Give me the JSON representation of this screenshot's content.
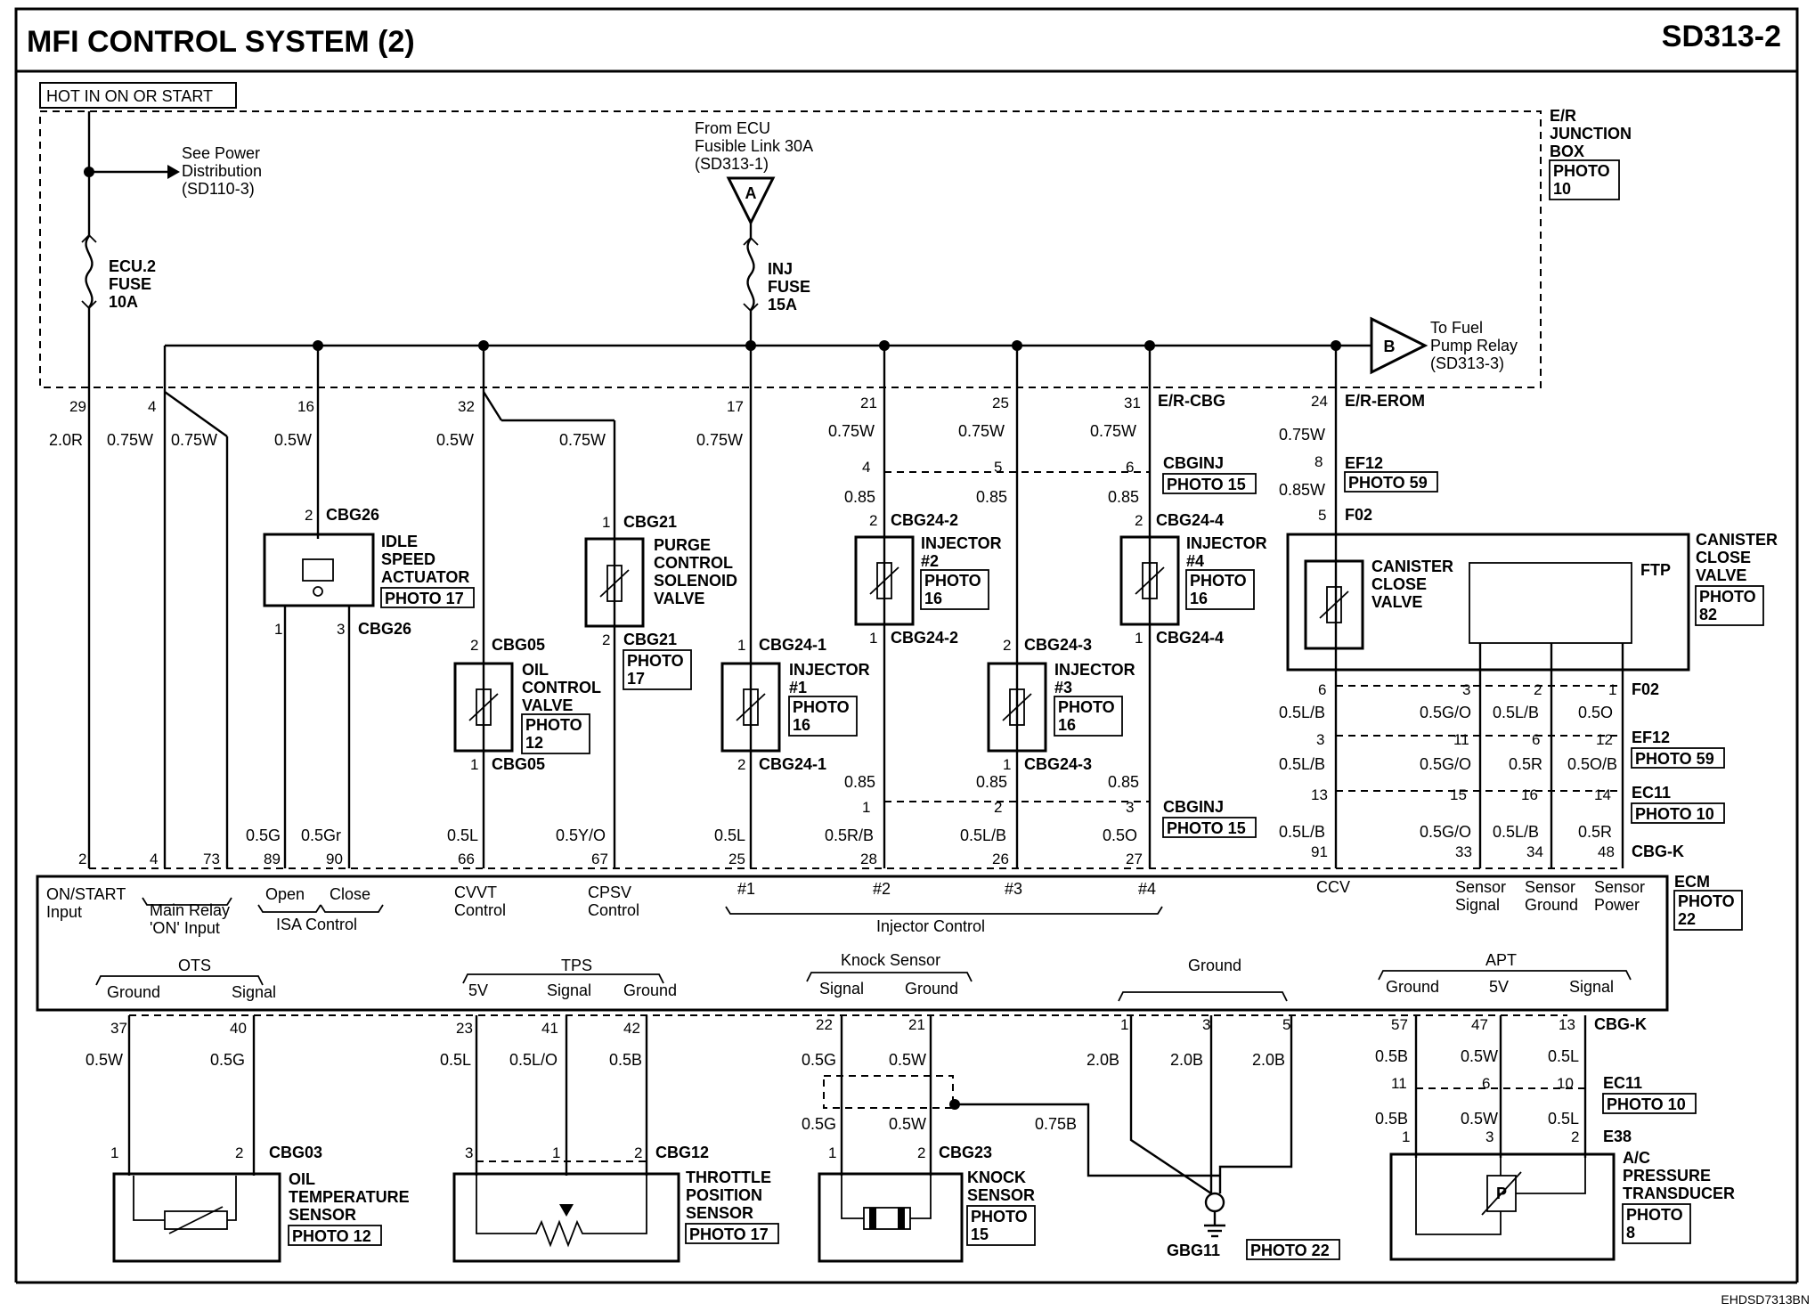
{
  "title": "MFI CONTROL SYSTEM (2)",
  "code": "SD313-2",
  "footer_code": "EHDSD7313BN",
  "hot_label": "HOT IN ON OR START",
  "junction_box": {
    "line1": "E/R",
    "line2": "JUNCTION",
    "line3": "BOX",
    "photo": "PHOTO",
    "photo_num": "10"
  },
  "power_ref": {
    "line1": "See Power",
    "line2": "Distribution",
    "line3": "(SD110-3)"
  },
  "ecu_source": {
    "line1": "From ECU",
    "line2": "Fusible Link 30A",
    "line3": "(SD313-1)",
    "marker": "A"
  },
  "fuel_pump": {
    "marker": "B",
    "line1": "To Fuel",
    "line2": "Pump Relay",
    "line3": "(SD313-3)"
  },
  "fuse_ecu": {
    "line1": "ECU.2",
    "line2": "FUSE",
    "line3": "10A"
  },
  "fuse_inj": {
    "line1": "INJ",
    "line2": "FUSE",
    "line3": "15A"
  },
  "conn": {
    "ercbg": "E/R-CBG",
    "ererom": "E/R-EROM",
    "cbginj": "CBGINJ",
    "ef12": "EF12",
    "f02": "F02",
    "ec11": "EC11",
    "cbgk": "CBG-K",
    "e38": "E38",
    "cbg26": "CBG26",
    "cbg21": "CBG21",
    "cbg05": "CBG05",
    "cbg24_1": "CBG24-1",
    "cbg24_2": "CBG24-2",
    "cbg24_3": "CBG24-3",
    "cbg24_4": "CBG24-4",
    "cbg03": "CBG03",
    "cbg12": "CBG12",
    "cbg23": "CBG23",
    "gbg11": "GBG11"
  },
  "photos": {
    "p15": "PHOTO 15",
    "p59": "PHOTO 59",
    "p17": "PHOTO 17",
    "p10": "PHOTO 10",
    "p12": "PHOTO 12",
    "p22": "PHOTO 22",
    "word": "PHOTO",
    "n82": "82",
    "n22": "22",
    "n17": "17",
    "n12": "12",
    "n16": "16",
    "n15": "15",
    "n8": "8"
  },
  "components": {
    "isa": [
      "IDLE",
      "SPEED",
      "ACTUATOR"
    ],
    "purge": [
      "PURGE",
      "CONTROL",
      "SOLENOID",
      "VALVE"
    ],
    "ocv": [
      "OIL",
      "CONTROL",
      "VALVE"
    ],
    "inj1": [
      "INJECTOR",
      "#1"
    ],
    "inj2": [
      "INJECTOR",
      "#2"
    ],
    "inj3": [
      "INJECTOR",
      "#3"
    ],
    "inj4": [
      "INJECTOR",
      "#4"
    ],
    "canister_box": [
      "CANISTER",
      "CLOSE",
      "VALVE"
    ],
    "canister_inner": [
      "CANISTER",
      "CLOSE",
      "VALVE"
    ],
    "ftp": "FTP",
    "ots": [
      "OIL",
      "TEMPERATURE",
      "SENSOR"
    ],
    "tps": [
      "THROTTLE",
      "POSITION",
      "SENSOR"
    ],
    "knock": [
      "KNOCK",
      "SENSOR"
    ],
    "apt": [
      "A/C",
      "PRESSURE",
      "TRANSDUCER"
    ],
    "ecm": "ECM"
  },
  "pins_top": [
    "29",
    "4",
    "16",
    "32",
    "17",
    "21",
    "25",
    "31",
    "24"
  ],
  "wires_top": {
    "w29": "2.0R",
    "w4a": "0.75W",
    "w4b": "0.75W",
    "w16": "0.5W",
    "w32a": "0.5W",
    "w32b": "0.75W",
    "w17": "0.75W",
    "w21": "0.75W",
    "w25": "0.75W",
    "w31": "0.75W",
    "w24": "0.75W"
  },
  "cbginj_pins": {
    "a": "4",
    "b": "5",
    "c": "6",
    "d": "1",
    "e": "2",
    "f": "3"
  },
  "ef12_top": {
    "p8": "8",
    "w": "0.85W",
    "p5": "5"
  },
  "gauge085": "0.85",
  "pin_nums": {
    "n1": "1",
    "n2": "2",
    "n3": "3",
    "n5": "5",
    "n6": "6",
    "n10": "10",
    "n11": "11",
    "n12": "12",
    "n13": "13",
    "n14": "14",
    "n15": "15",
    "n16": "16"
  },
  "canister_wires": {
    "a": "0.5L/B",
    "b": "0.5G/O",
    "c": "0.5L/B",
    "d": "0.5O",
    "e": "0.5L/B",
    "f": "0.5G/O",
    "g": "0.5R",
    "h": "0.5O/B",
    "i": "0.5L/B",
    "j": "0.5G/O",
    "k": "0.5L/B",
    "l": "0.5R"
  },
  "ecm_pins_top": [
    "2",
    "4",
    "73",
    "89",
    "90",
    "66",
    "67",
    "25",
    "28",
    "26",
    "27",
    "91",
    "33",
    "34",
    "48"
  ],
  "ecm_wires_top": {
    "w89": "0.5G",
    "w90": "0.5Gr",
    "w66": "0.5L",
    "w67": "0.5Y/O",
    "w25": "0.5L",
    "w28": "0.5R/B",
    "w26": "0.5L/B",
    "w27": "0.5O"
  },
  "ecm_labels_top": {
    "onstart": [
      "ON/START",
      "Input"
    ],
    "mainrelay": [
      "Main Relay",
      "'ON' Input"
    ],
    "open": "Open",
    "close": "Close",
    "isa": "ISA Control",
    "cvvt": [
      "CVVT",
      "Control"
    ],
    "cpsv": [
      "CPSV",
      "Control"
    ],
    "i1": "#1",
    "i2": "#2",
    "i3": "#3",
    "i4": "#4",
    "inj": "Injector Control",
    "ccv": "CCV",
    "ss": [
      "Sensor",
      "Signal"
    ],
    "sg": [
      "Sensor",
      "Ground"
    ],
    "sp": [
      "Sensor",
      "Power"
    ]
  },
  "ecm_labels_bottom": {
    "ots": "OTS",
    "tps": "TPS",
    "knock": "Knock Sensor",
    "ground": "Ground",
    "apt": "APT",
    "g": "Ground",
    "sig": "Signal",
    "v5": "5V"
  },
  "ecm_pins_bottom": [
    "37",
    "40",
    "23",
    "41",
    "42",
    "22",
    "21",
    "1",
    "3",
    "5",
    "57",
    "47",
    "13"
  ],
  "wires_bottom": {
    "w37": "0.5W",
    "w40": "0.5G",
    "w23": "0.5L",
    "w41": "0.5L/O",
    "w42": "0.5B",
    "w22": "0.5G",
    "w21": "0.5W",
    "w22b": "0.5G",
    "w21b": "0.5W",
    "shield": "0.75B",
    "g1": "2.0B",
    "g3": "2.0B",
    "g5": "2.0B",
    "w57": "0.5B",
    "w47": "0.5W",
    "w13": "0.5L",
    "w57b": "0.5B",
    "w47b": "0.5W",
    "w13b": "0.5L"
  }
}
